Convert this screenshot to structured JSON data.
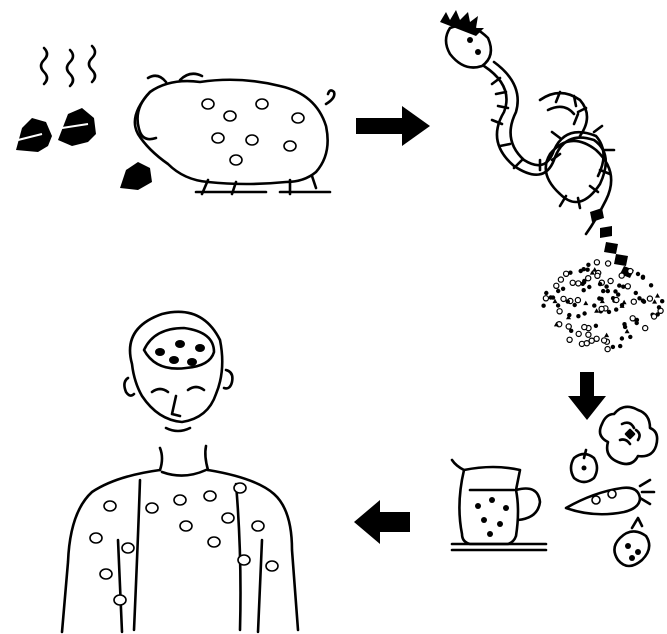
{
  "diagram": {
    "stages": [
      {
        "icon": "pig-feces-icon"
      },
      {
        "icon": "tapeworm-icon"
      },
      {
        "icon": "eggs-icon"
      },
      {
        "icon": "contaminated-food-icon"
      },
      {
        "icon": "infected-human-icon"
      }
    ],
    "arrows": [
      {
        "from": "pig-feces-icon",
        "to": "tapeworm-icon",
        "direction": "right"
      },
      {
        "from": "eggs-icon",
        "to": "contaminated-food-icon",
        "direction": "down"
      },
      {
        "from": "contaminated-food-icon",
        "to": "infected-human-icon",
        "direction": "left"
      }
    ],
    "colors": {
      "ink": "#000000",
      "background": "#ffffff"
    }
  }
}
